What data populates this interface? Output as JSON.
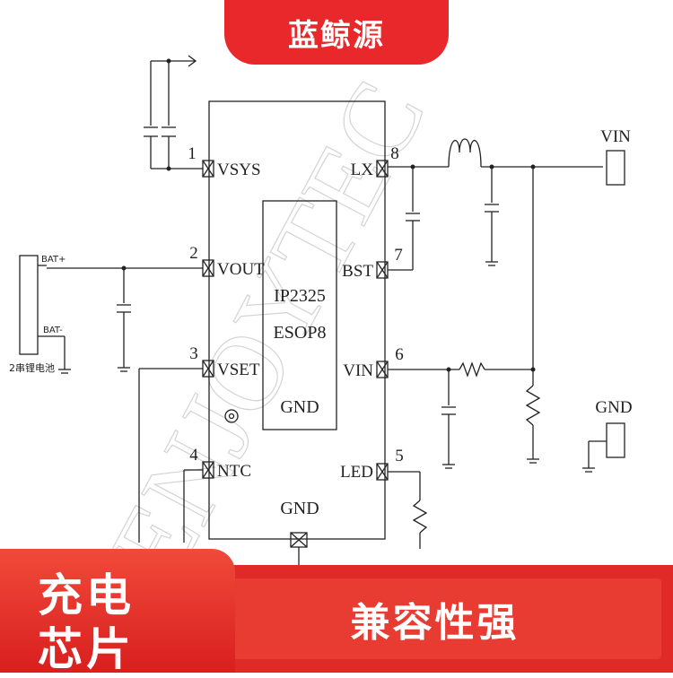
{
  "header": {
    "brand": "蓝鲸源"
  },
  "badge": {
    "line1": "充电",
    "line2": "芯片"
  },
  "tagline": {
    "text": "兼容性强"
  },
  "schematic": {
    "chip_name": "IP2325",
    "chip_package": "ESOP8",
    "chip_gnd": "GND",
    "bottom_gnd": "GND",
    "pins": [
      {
        "num": "1",
        "name": "VSYS"
      },
      {
        "num": "2",
        "name": "VOUT"
      },
      {
        "num": "3",
        "name": "VSET"
      },
      {
        "num": "4",
        "name": "NTC"
      },
      {
        "num": "8",
        "name": "LX"
      },
      {
        "num": "7",
        "name": "BST"
      },
      {
        "num": "6",
        "name": "VIN"
      },
      {
        "num": "5",
        "name": "LED"
      }
    ],
    "connectors": {
      "vin": "VIN",
      "gnd": "GND"
    },
    "battery": {
      "plus": "BAT+",
      "minus": "BAT-",
      "label": "2串锂电池"
    },
    "watermark": "ENJOYTEC"
  },
  "colors": {
    "brand_red": "#e8282a",
    "text_white": "#ffffff",
    "line": "#222222"
  }
}
